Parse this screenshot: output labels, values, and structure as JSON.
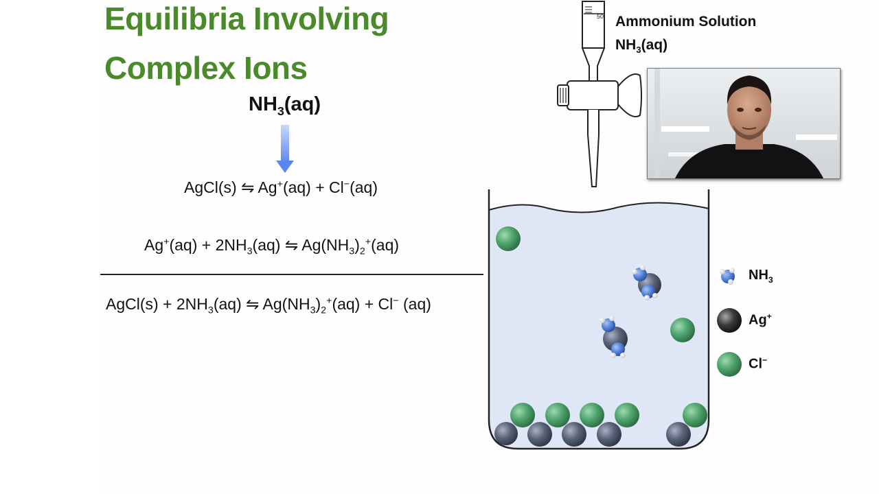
{
  "slide": {
    "title_line1": "Equilibria Involving",
    "title_line2": "Complex Ions",
    "reagent": {
      "base": "NH",
      "sub": "3",
      "rest": "(aq)"
    }
  },
  "equations": {
    "eq1": {
      "a": "AgCl(s) ",
      "arrow": "⇋",
      "b": " Ag",
      "b_sup": "+",
      "c": "(aq) + Cl",
      "c_sup": "−",
      "d": "(aq)"
    },
    "eq2": {
      "a": "Ag",
      "a_sup": "+",
      "b": "(aq) + 2NH",
      "b_sub": "3",
      "c": "(aq) ",
      "arrow": "⇋",
      "d": " Ag(NH",
      "d_sub": "3",
      "e": ")",
      "e_sub": "2",
      "e_sup": "+",
      "f": "(aq)"
    },
    "eq3": {
      "a": "AgCl(s) + 2NH",
      "a_sub": "3",
      "b": "(aq) ",
      "arrow": "⇋",
      "c": " Ag(NH",
      "c_sub": "3",
      "d": ")",
      "d_sub": "2",
      "d_sup": "+",
      "e": "(aq) + Cl",
      "e_sup": "−",
      "f": " (aq)"
    }
  },
  "burette": {
    "label_line1": "Ammonium Solution",
    "label_line2": {
      "base": "NH",
      "sub": "3",
      "rest": "(aq)"
    },
    "graduation": "50"
  },
  "legend": {
    "nh3": {
      "base": "NH",
      "sub": "3"
    },
    "ag": {
      "base": "Ag",
      "sup": "+"
    },
    "cl": {
      "base": "Cl",
      "sup": "−"
    }
  },
  "colors": {
    "title_green": "#4a8a2a",
    "solution": "#dfe6f6",
    "chloride": "#4fa56e",
    "silver": "#5a6378",
    "nitrogen": "#4a7bd4",
    "arrow_blue": "#5a86f0"
  }
}
